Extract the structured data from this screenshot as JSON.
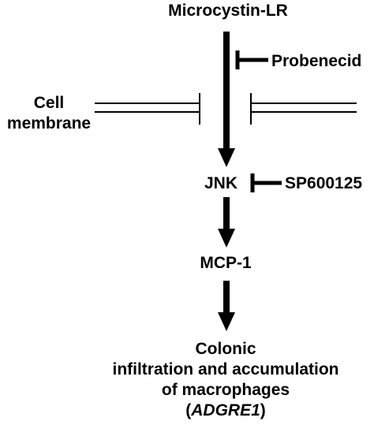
{
  "nodes": {
    "microcystin": "Microcystin-LR",
    "probenecid": "Probenecid",
    "cell_membrane": {
      "line1": "Cell",
      "line2": "membrane"
    },
    "jnk": "JNK",
    "sp600125": "SP600125",
    "mcp1": "MCP-1",
    "outcome": {
      "line1": "Colonic",
      "line2": "infiltration and accumulation",
      "line3": "of macrophages",
      "line4_open": "(",
      "line4_gene": "ADGRE1",
      "line4_close": ")"
    }
  },
  "colors": {
    "ink": "#000000",
    "background": "#ffffff"
  }
}
